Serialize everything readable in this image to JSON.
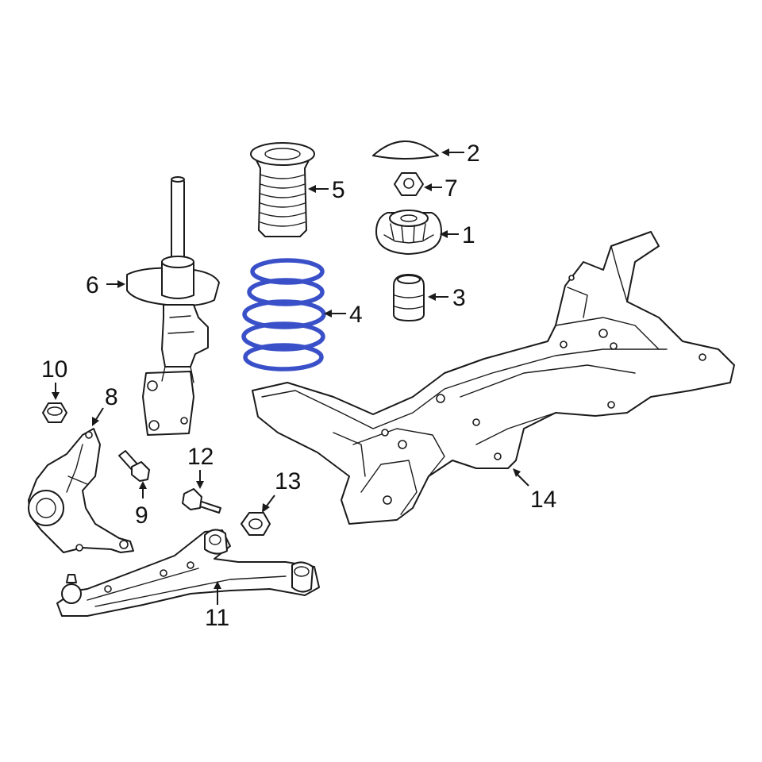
{
  "diagram": {
    "highlight_color": "#3a50c8",
    "line_color": "#1a1a1a",
    "callouts": [
      "1",
      "2",
      "3",
      "4",
      "5",
      "6",
      "7",
      "8",
      "9",
      "10",
      "11",
      "12",
      "13",
      "14"
    ]
  }
}
